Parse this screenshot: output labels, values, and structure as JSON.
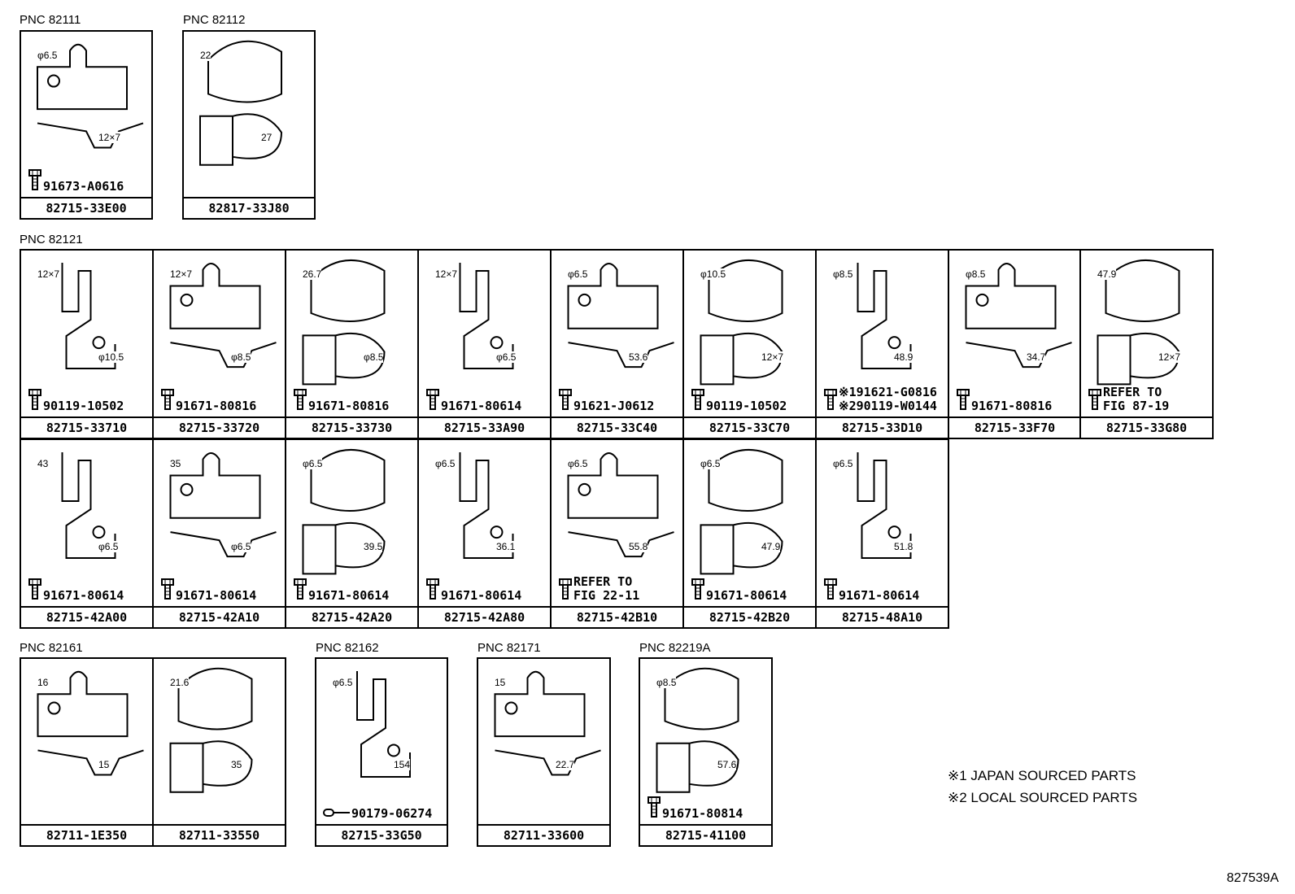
{
  "groups": [
    {
      "pnc": "PNC 82111"
    },
    {
      "pnc": "PNC 82112"
    },
    {
      "pnc": "PNC 82121"
    },
    {
      "pnc": "PNC 82161"
    },
    {
      "pnc": "PNC 82162"
    },
    {
      "pnc": "PNC 82171"
    },
    {
      "pnc": "PNC 82219A"
    }
  ],
  "parts": [
    {
      "code": "82715-33E00",
      "bolt": [
        "91673-A0616"
      ],
      "dims": [
        "φ6.5",
        "12×7"
      ]
    },
    {
      "code": "82817-33J80",
      "bolt": [],
      "dims": [
        "22",
        "27"
      ]
    },
    {
      "code": "82715-33710",
      "bolt": [
        "90119-10502"
      ],
      "dims": [
        "12×7",
        "φ10.5"
      ]
    },
    {
      "code": "82715-33720",
      "bolt": [
        "91671-80816"
      ],
      "dims": [
        "12×7",
        "φ8.5"
      ]
    },
    {
      "code": "82715-33730",
      "bolt": [
        "91671-80816"
      ],
      "dims": [
        "26.7",
        "φ8.5"
      ]
    },
    {
      "code": "82715-33A90",
      "bolt": [
        "91671-80614"
      ],
      "dims": [
        "12×7",
        "φ6.5"
      ]
    },
    {
      "code": "82715-33C40",
      "bolt": [
        "91621-J0612"
      ],
      "dims": [
        "φ6.5",
        "53.6"
      ]
    },
    {
      "code": "82715-33C70",
      "bolt": [
        "90119-10502"
      ],
      "dims": [
        "φ10.5",
        "12×7"
      ]
    },
    {
      "code": "82715-33D10",
      "bolt": [
        "※191621-G0816",
        "※290119-W0144"
      ],
      "dims": [
        "φ8.5",
        "48.9"
      ]
    },
    {
      "code": "82715-33F70",
      "bolt": [
        "91671-80816"
      ],
      "dims": [
        "φ8.5",
        "34.7"
      ]
    },
    {
      "code": "82715-33G80",
      "bolt": [
        "REFER TO",
        "FIG 87-19"
      ],
      "dims": [
        "47.9",
        "12×7"
      ]
    },
    {
      "code": "82715-42A00",
      "bolt": [
        "91671-80614"
      ],
      "dims": [
        "43",
        "φ6.5"
      ]
    },
    {
      "code": "82715-42A10",
      "bolt": [
        "91671-80614"
      ],
      "dims": [
        "35",
        "φ6.5"
      ]
    },
    {
      "code": "82715-42A20",
      "bolt": [
        "91671-80614"
      ],
      "dims": [
        "φ6.5",
        "39.5"
      ]
    },
    {
      "code": "82715-42A80",
      "bolt": [
        "91671-80614"
      ],
      "dims": [
        "φ6.5",
        "36.1"
      ]
    },
    {
      "code": "82715-42B10",
      "bolt": [
        "REFER TO",
        "FIG 22-11"
      ],
      "dims": [
        "φ6.5",
        "55.8"
      ]
    },
    {
      "code": "82715-42B20",
      "bolt": [
        "91671-80614"
      ],
      "dims": [
        "φ6.5",
        "47.9"
      ]
    },
    {
      "code": "82715-48A10",
      "bolt": [
        "91671-80614"
      ],
      "dims": [
        "φ6.5",
        "51.8"
      ]
    },
    {
      "code": "82711-1E350",
      "bolt": [],
      "dims": [
        "16",
        "15"
      ]
    },
    {
      "code": "82711-33550",
      "bolt": [],
      "dims": [
        "21.6",
        "35"
      ]
    },
    {
      "code": "82715-33G50",
      "bolt": [
        "90179-06274"
      ],
      "dims": [
        "φ6.5",
        "154"
      ]
    },
    {
      "code": "82711-33600",
      "bolt": [],
      "dims": [
        "15",
        "22.7"
      ]
    },
    {
      "code": "82715-41100",
      "bolt": [
        "91671-80814"
      ],
      "dims": [
        "φ8.5",
        "57.6"
      ]
    }
  ],
  "notes": [
    "※1 JAPAN SOURCED PARTS",
    "※2 LOCAL SOURCED PARTS"
  ],
  "figure_id": "827539A"
}
